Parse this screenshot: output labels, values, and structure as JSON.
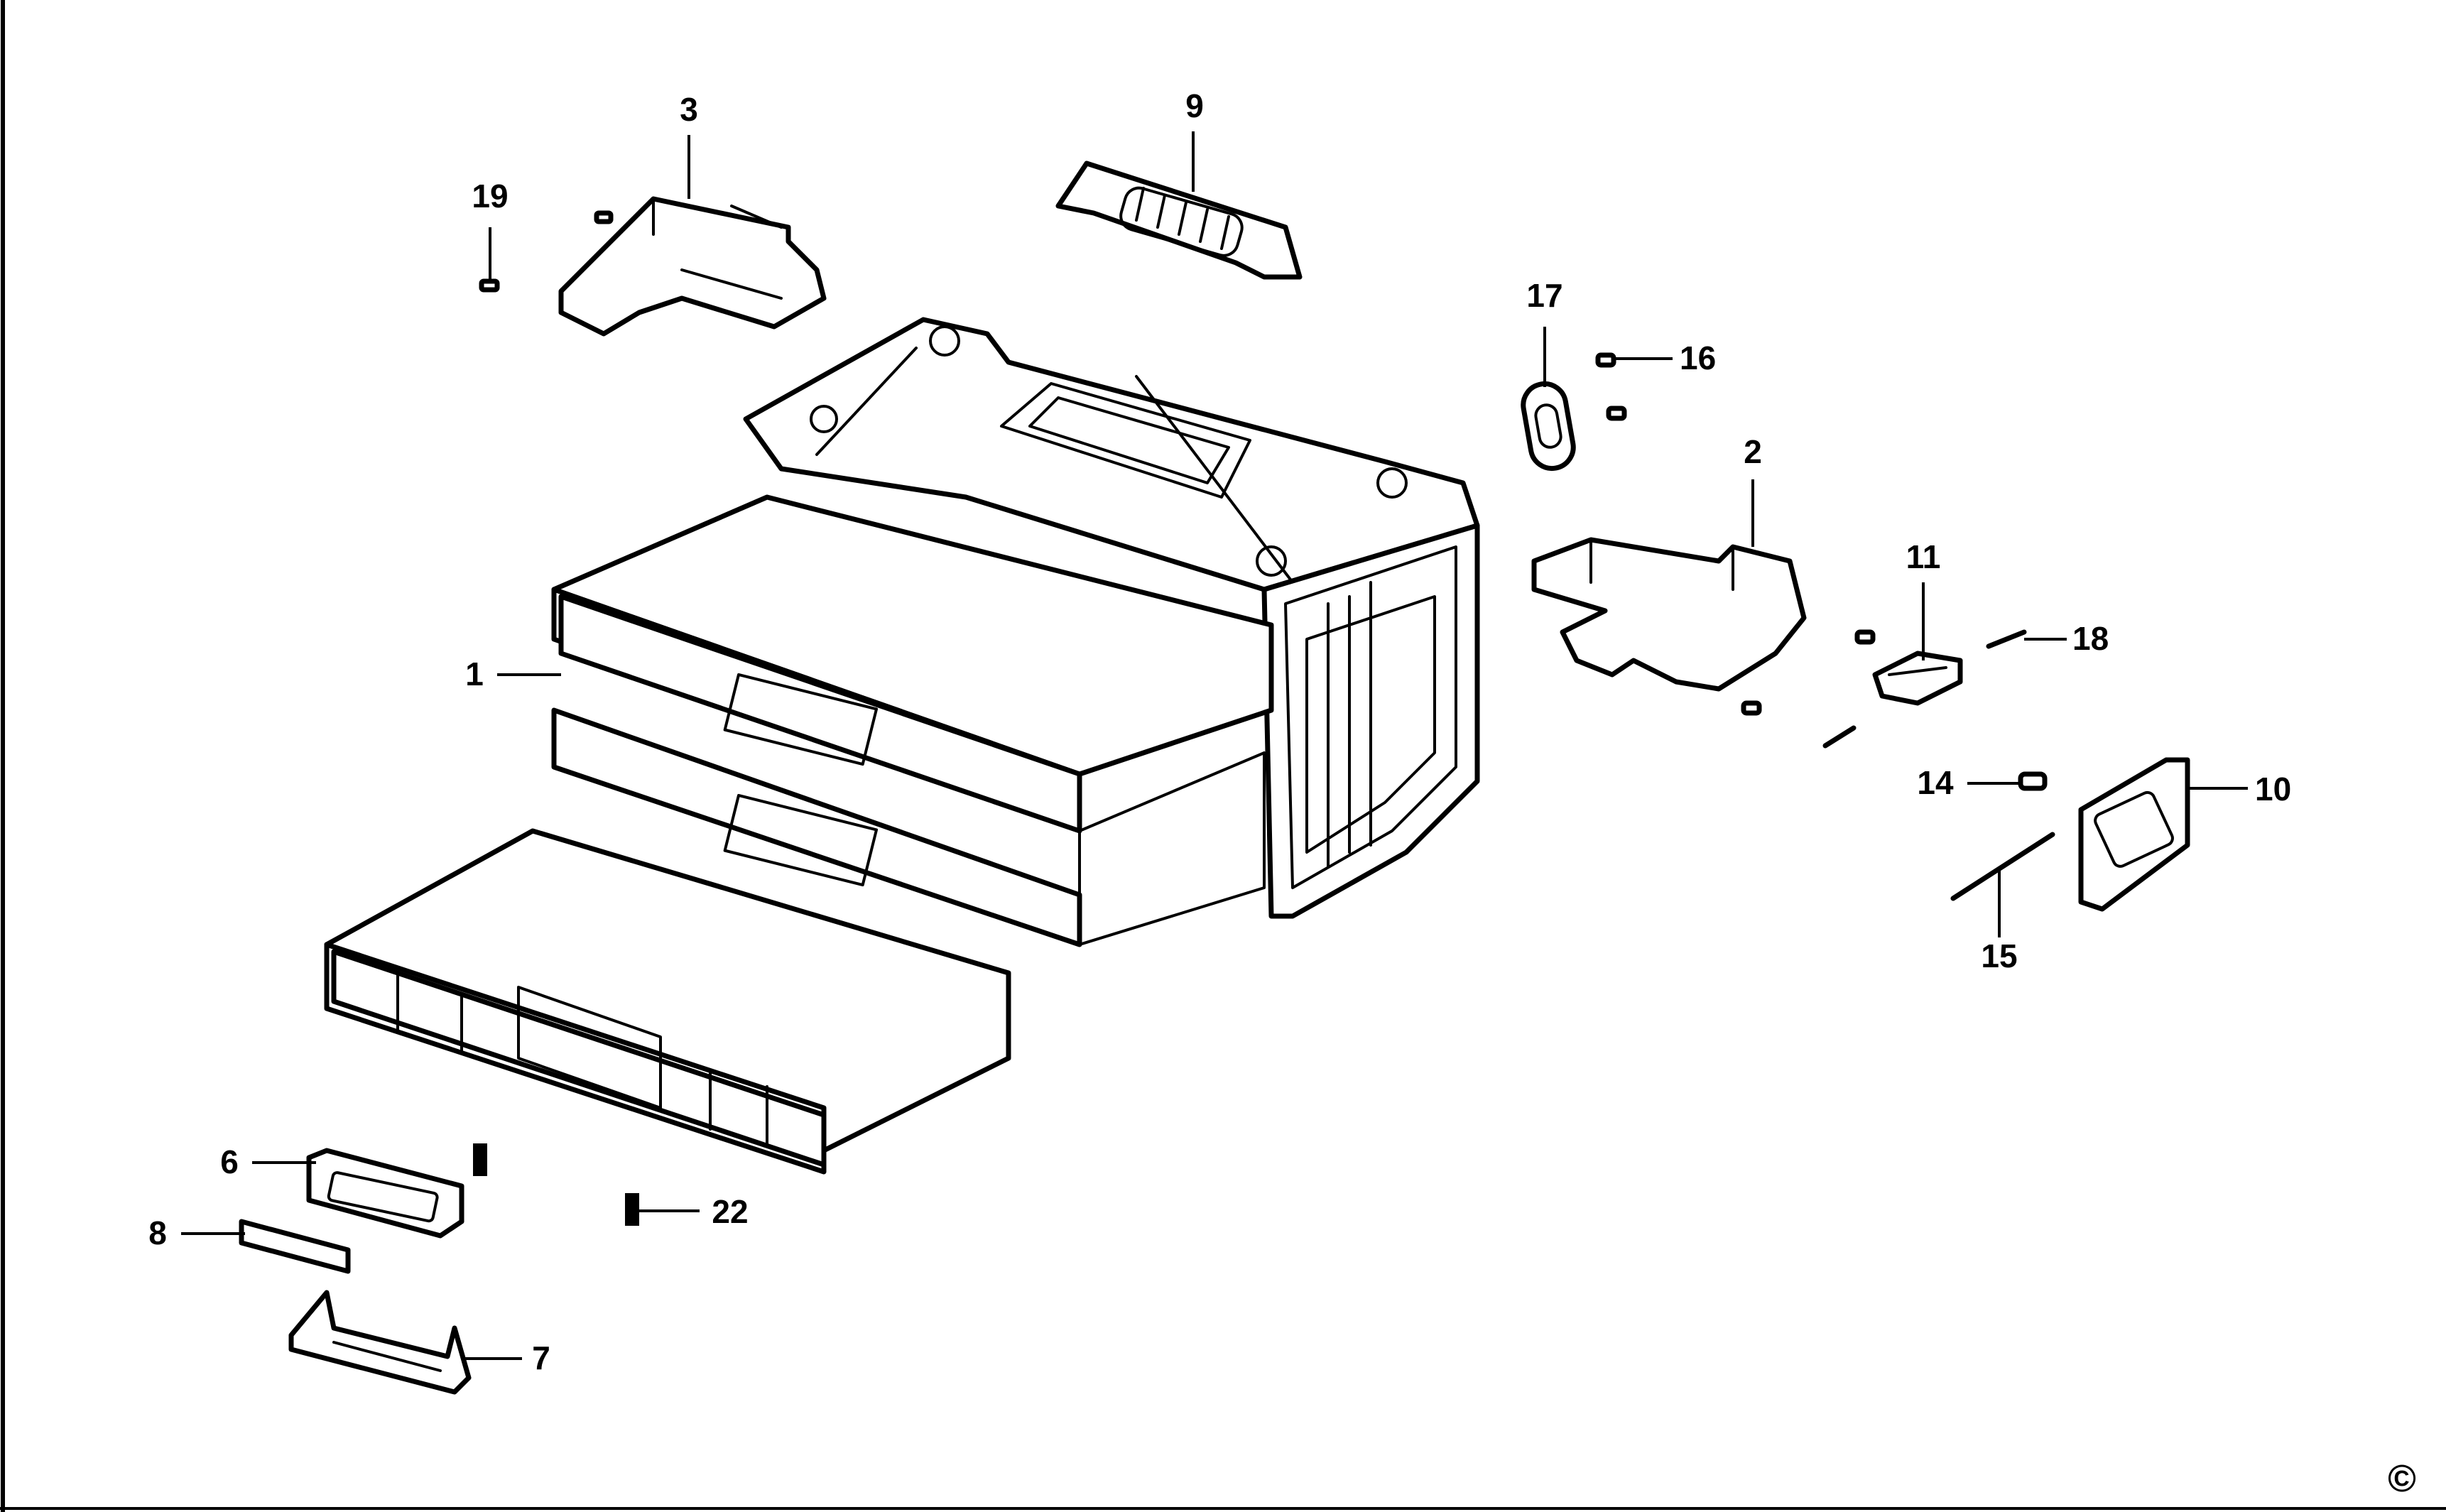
{
  "diagram": {
    "labels": {
      "p1": "1",
      "p2": "2",
      "p3": "3",
      "p6": "6",
      "p7": "7",
      "p8": "8",
      "p9": "9",
      "p10": "10",
      "p11": "11",
      "p14": "14",
      "p15": "15",
      "p16": "16",
      "p17": "17",
      "p18": "18",
      "p19": "19",
      "p22": "22"
    },
    "copyright": "©"
  }
}
